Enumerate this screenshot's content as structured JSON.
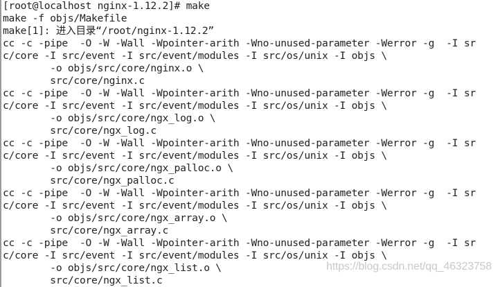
{
  "terminal": {
    "lines": [
      "[root@localhost nginx-1.12.2]# make",
      "make -f objs/Makefile",
      "make[1]: 进入目录“/root/nginx-1.12.2”",
      "cc -c -pipe  -O -W -Wall -Wpointer-arith -Wno-unused-parameter -Werror -g  -I sr",
      "c/core -I src/event -I src/event/modules -I src/os/unix -I objs \\",
      "        -o objs/src/core/nginx.o \\",
      "        src/core/nginx.c",
      "cc -c -pipe  -O -W -Wall -Wpointer-arith -Wno-unused-parameter -Werror -g  -I sr",
      "c/core -I src/event -I src/event/modules -I src/os/unix -I objs \\",
      "        -o objs/src/core/ngx_log.o \\",
      "        src/core/ngx_log.c",
      "cc -c -pipe  -O -W -Wall -Wpointer-arith -Wno-unused-parameter -Werror -g  -I sr",
      "c/core -I src/event -I src/event/modules -I src/os/unix -I objs \\",
      "        -o objs/src/core/ngx_palloc.o \\",
      "        src/core/ngx_palloc.c",
      "cc -c -pipe  -O -W -Wall -Wpointer-arith -Wno-unused-parameter -Werror -g  -I sr",
      "c/core -I src/event -I src/event/modules -I src/os/unix -I objs \\",
      "        -o objs/src/core/ngx_array.o \\",
      "        src/core/ngx_array.c",
      "cc -c -pipe  -O -W -Wall -Wpointer-arith -Wno-unused-parameter -Werror -g  -I sr",
      "c/core -I src/event -I src/event/modules -I src/os/unix -I objs \\",
      "        -o objs/src/core/ngx_list.o \\",
      "        src/core/ngx_list.c"
    ]
  },
  "watermark": "https://blog.csdn.net/qq_46323758"
}
